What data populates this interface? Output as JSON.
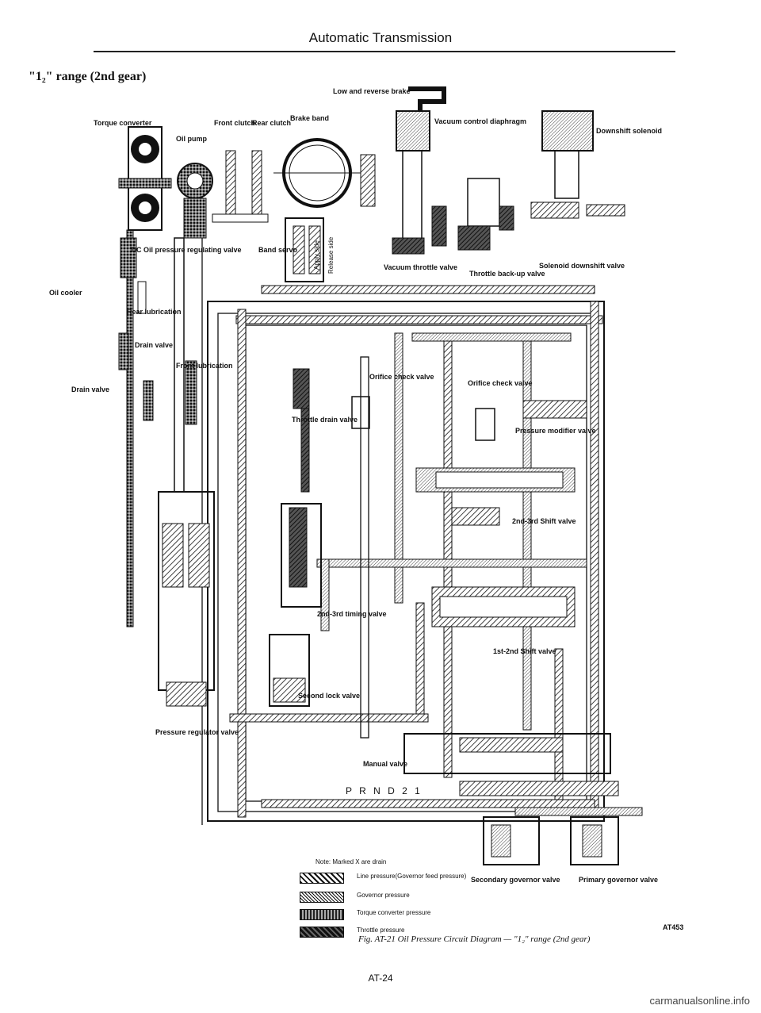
{
  "header": {
    "title": "Automatic Transmission"
  },
  "section": {
    "title": "\"1₂\" range (2nd gear)"
  },
  "labels": {
    "torque_converter": "Torque converter",
    "oil_pump": "Oil pump",
    "front_clutch": "Front clutch",
    "rear_clutch": "Rear clutch",
    "brake_band": "Brake band",
    "low_reverse_brake": "Low and reverse brake",
    "vacuum_diaphragm": "Vacuum control diaphragm",
    "downshift_solenoid": "Downshift solenoid",
    "tc_oil_valve": "T/C Oil pressure regulating valve",
    "oil_cooler": "Oil cooler",
    "rear_lubrication": "Rear lubrication",
    "drain_valve_1": "Drain valve",
    "drain_valve_2": "Drain valve",
    "front_lubrication": "Front lubrication",
    "band_servo": "Band servo",
    "apply_side": "Apply side",
    "release_side": "Release side",
    "vacuum_throttle_valve": "Vacuum throttle valve",
    "throttle_backup_valve": "Throttle back-up valve",
    "solenoid_downshift_valve": "Solenoid downshift valve",
    "orifice_check_valve_1": "Orifice check valve",
    "orifice_check_valve_2": "Orifice check valve",
    "throttle_drain_valve": "Throttle drain valve",
    "pressure_modifier_valve": "Pressure modifier valve",
    "shift_23_valve": "2nd-3rd Shift valve",
    "timing_23_valve": "2nd-3rd timing valve",
    "shift_12_valve": "1st-2nd Shift valve",
    "second_lock_valve": "Second lock valve",
    "pressure_regulator_valve": "Pressure regulator valve",
    "manual_valve": "Manual valve",
    "manual_positions": "P R N D 2 1",
    "secondary_governor": "Secondary governor valve",
    "primary_governor": "Primary governor valve"
  },
  "legend": {
    "note": "Note: Marked X are drain",
    "items": [
      {
        "label": "Line pressure(Governor feed pressure)",
        "pattern": "line"
      },
      {
        "label": "Governor pressure",
        "pattern": "governor"
      },
      {
        "label": "Torque converter pressure",
        "pattern": "torque"
      },
      {
        "label": "Throttle pressure",
        "pattern": "throttle"
      }
    ]
  },
  "figure": {
    "code": "AT453",
    "caption": "Fig. AT-21  Oil Pressure Circuit Diagram — \"1₂\" range (2nd gear)"
  },
  "footer": {
    "page": "AT-24",
    "watermark": "carmanualsonline.info"
  },
  "colors": {
    "ink": "#111111",
    "paper": "#ffffff"
  }
}
